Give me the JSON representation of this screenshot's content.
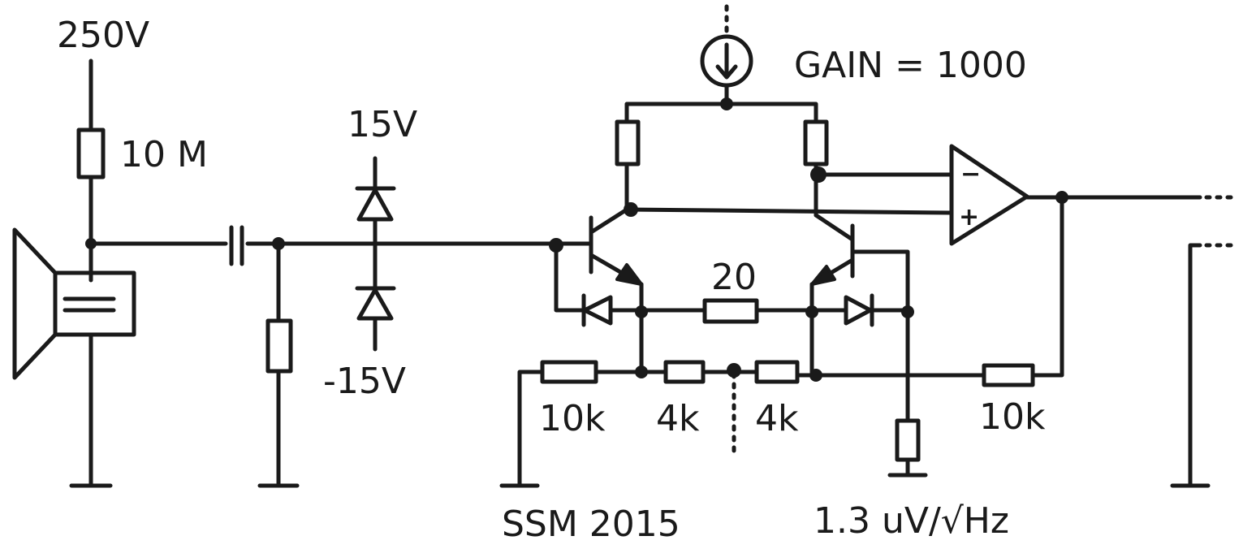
{
  "labels": {
    "supply_hv": "250V",
    "bias_resistor": "10 M",
    "pos_rail": "15V",
    "neg_rail": "-15V",
    "gain": "GAIN = 1000",
    "emitter_resistor": "20",
    "feedback_left": "10k",
    "divider_left": "4k",
    "divider_right": "4k",
    "feedback_right": "10k",
    "chip": "SSM 2015",
    "noise": "1.3 uV/√Hz"
  },
  "opamp": {
    "minus": "−",
    "plus": "+"
  }
}
